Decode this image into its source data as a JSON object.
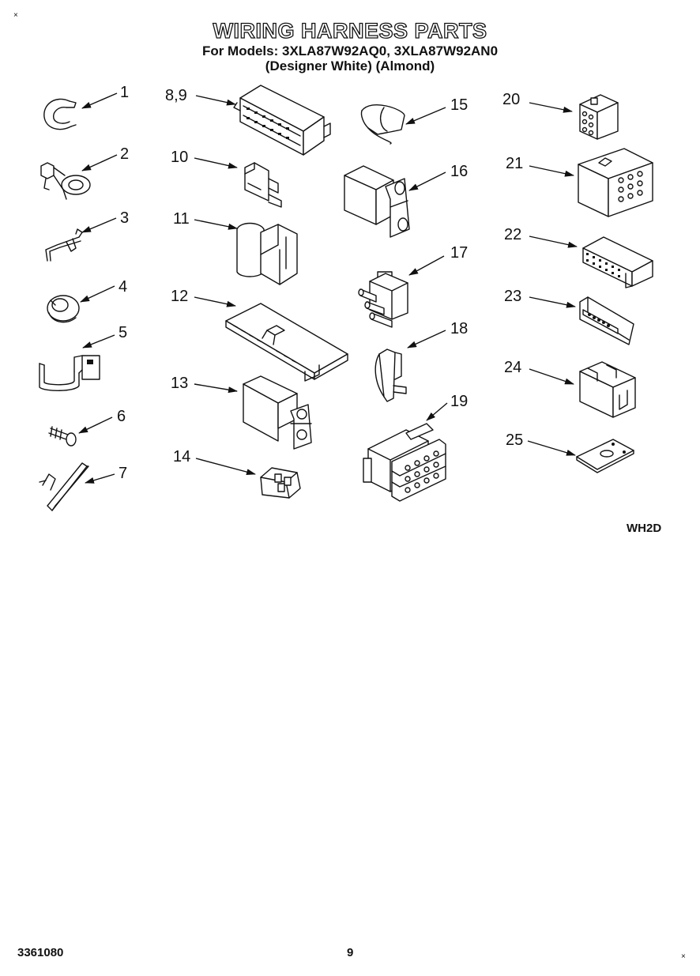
{
  "title": "WIRING HARNESS PARTS",
  "models_line": "For Models: 3XLA87W92AQ0, 3XLA87W92AN0",
  "colors_line": "(Designer White)   (Almond)",
  "part_labels": [
    "1",
    "2",
    "3",
    "4",
    "5",
    "6",
    "7",
    "8,9",
    "10",
    "11",
    "12",
    "13",
    "14",
    "15",
    "16",
    "17",
    "18",
    "19",
    "20",
    "21",
    "22",
    "23",
    "24",
    "25"
  ],
  "diagram_code": "WH2D",
  "doc_number": "3361080",
  "page_number": "9",
  "corner_marks": [
    "×",
    "×"
  ]
}
